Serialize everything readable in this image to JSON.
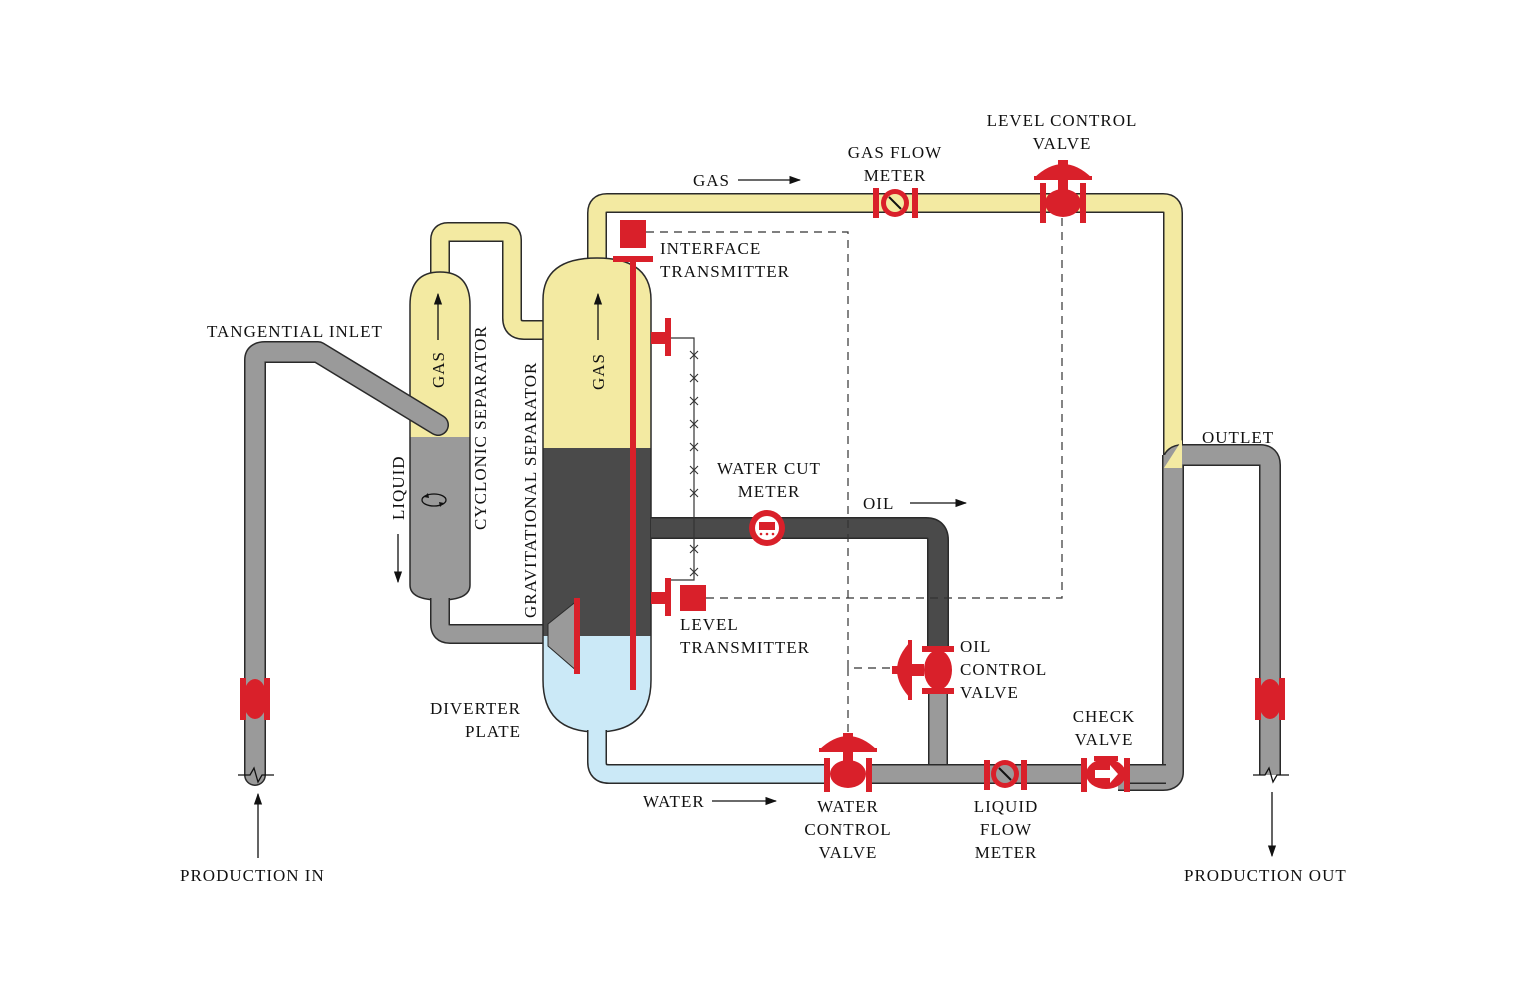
{
  "colors": {
    "gas": "#f3eaa2",
    "oil": "#4a4a4a",
    "water": "#cbe9f7",
    "liquid": "#9a9a9a",
    "pipe_outline": "#2a2a2a",
    "instrument": "#d9202a"
  },
  "labels": {
    "tangential_inlet": "TANGENTIAL INLET",
    "production_in": "PRODUCTION IN",
    "production_out": "PRODUCTION OUT",
    "outlet": "OUTLET",
    "gas_top": "GAS",
    "gas_cyclonic": "GAS",
    "gas_gravitational": "GAS",
    "liquid": "LIQUID",
    "cyclonic_separator": "CYCLONIC SEPARATOR",
    "gravitational_separator": "GRAVITATIONAL SEPARATOR",
    "gas_flow_meter_1": "GAS FLOW",
    "gas_flow_meter_2": "METER",
    "level_control_valve_1": "LEVEL CONTROL",
    "level_control_valve_2": "VALVE",
    "interface_transmitter_1": "INTERFACE",
    "interface_transmitter_2": "TRANSMITTER",
    "water_cut_meter_1": "WATER CUT",
    "water_cut_meter_2": "METER",
    "oil": "OIL",
    "level_transmitter_1": "LEVEL",
    "level_transmitter_2": "TRANSMITTER",
    "oil_control_valve_1": "OIL",
    "oil_control_valve_2": "CONTROL",
    "oil_control_valve_3": "VALVE",
    "diverter_plate_1": "DIVERTER",
    "diverter_plate_2": "PLATE",
    "water": "WATER",
    "water_control_valve_1": "WATER",
    "water_control_valve_2": "CONTROL",
    "water_control_valve_3": "VALVE",
    "liquid_flow_meter_1": "LIQUID",
    "liquid_flow_meter_2": "FLOW",
    "liquid_flow_meter_3": "METER",
    "check_valve_1": "CHECK",
    "check_valve_2": "VALVE"
  }
}
